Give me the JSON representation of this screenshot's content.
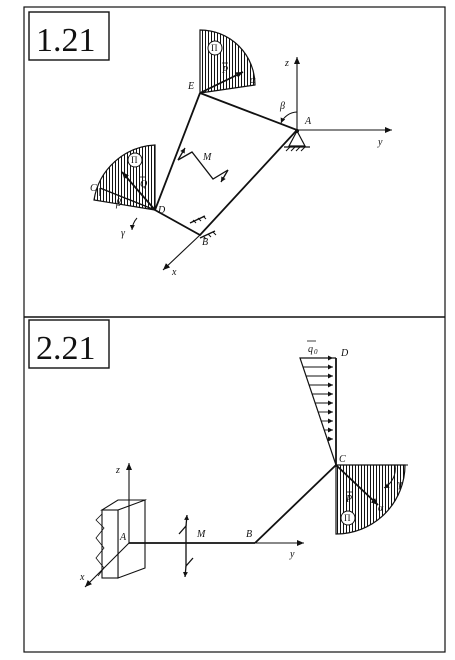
{
  "problem_top": {
    "number": "1.21",
    "points": {
      "A": "A",
      "B": "B",
      "C": "C",
      "D": "D",
      "E": "E"
    },
    "axes": {
      "x": "x",
      "y": "y",
      "z": "z"
    },
    "forces": {
      "P": "P",
      "Q": "Q",
      "M": "M"
    },
    "angles": {
      "alpha": "α",
      "beta_top": "β",
      "beta_left": "β",
      "gamma": "γ"
    },
    "planes": {
      "top": "Π",
      "left": "Π"
    }
  },
  "problem_bottom": {
    "number": "2.21",
    "points": {
      "A": "A",
      "B": "B",
      "C": "C",
      "D": "D"
    },
    "axes": {
      "x": "x",
      "y": "y",
      "z": "z"
    },
    "forces": {
      "q0": "q",
      "q0_sub": "0",
      "P": "P",
      "M": "M"
    },
    "angles": {
      "alpha": "α",
      "gamma": "γ"
    },
    "plane": "Π"
  },
  "colors": {
    "ink": "#111111",
    "paper": "#ffffff"
  }
}
